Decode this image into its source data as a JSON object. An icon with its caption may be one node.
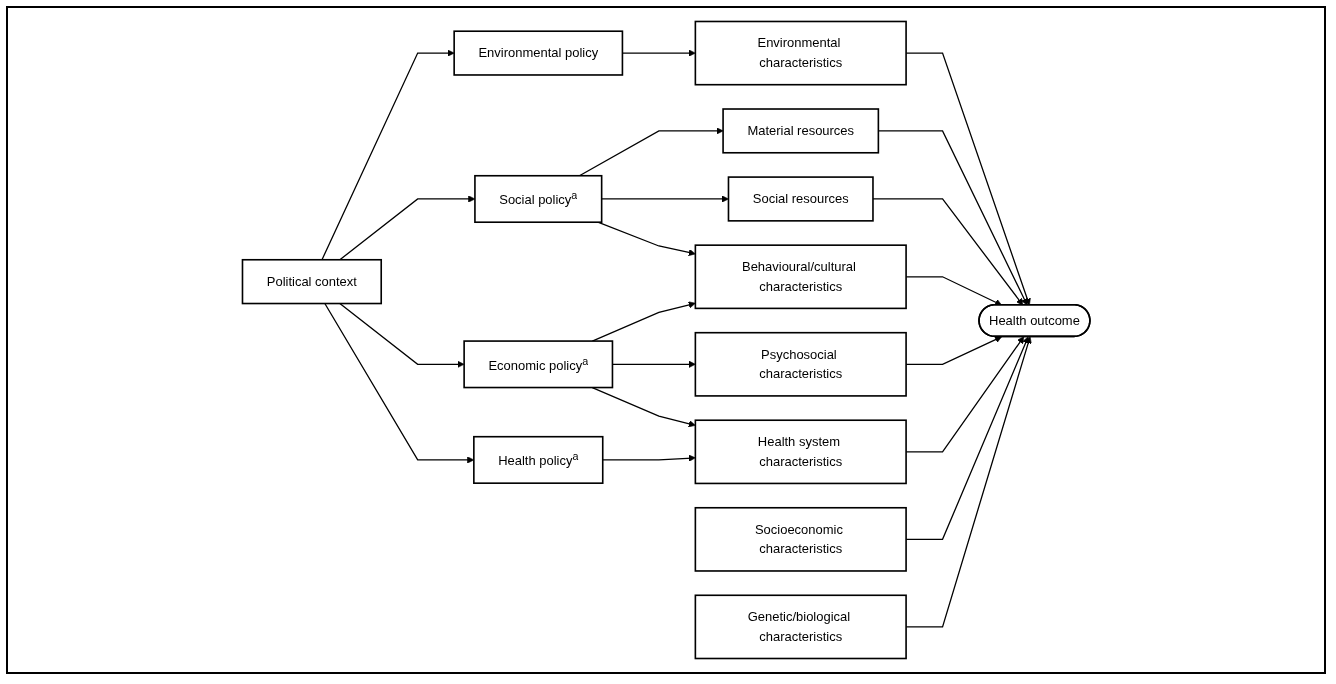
{
  "diagram": {
    "nodes": [
      {
        "text": [
          "Political context"
        ]
      },
      {
        "text": [
          "Environmental policy"
        ]
      },
      {
        "text": [
          "Social policy$^{a}$"
        ]
      },
      {
        "text": [
          "Economic policy$^{a}$"
        ]
      },
      {
        "text": [
          "Health policy$^{a}$"
        ]
      },
      {
        "text": [
          "Environmental characteristics"
        ]
      },
      {
        "text": [
          "Material resources"
        ]
      },
      {
        "text": [
          "Social resources"
        ]
      },
      {
        "text": [
          "Behavioural/cultural characteristics"
        ]
      },
      {
        "text": [
          "Psychosocial characteristics"
        ]
      },
      {
        "text": [
          "Health system characteristics"
        ]
      },
      {
        "text": [
          "Socioeconomic characteristics"
        ]
      },
      {
        "text": [
          "Health outcome"
        ]
      },
      {
        "text": [
          "Genetic/biological characteristics"
        ]
      }
    ],
    "edges": [
      {
        "from": 0,
        "to": 1,
        "arrow": "to"
      },
      {
        "from": 0,
        "to": 2,
        "arrow": "to"
      },
      {
        "from": 0,
        "to": 3,
        "arrow": "to"
      },
      {
        "from": 0,
        "to": 4,
        "arrow": "to"
      },
      {
        "from": 1,
        "to": 5,
        "arrow": "to"
      },
      {
        "from": 2,
        "to": 6,
        "arrow": "to"
      },
      {
        "from": 2,
        "to": 7,
        "arrow": "to"
      },
      {
        "from": 2,
        "to": 8,
        "arrow": "to"
      },
      {
        "from": 3,
        "to": 8,
        "arrow": "to"
      },
      {
        "from": 3,
        "to": 9,
        "arrow": "to"
      },
      {
        "from": 3,
        "to": 10,
        "arrow": "to"
      },
      {
        "from": 4,
        "to": 10,
        "arrow": "to"
      },
      {
        "from": 5,
        "to": 12,
        "arrow": "to"
      },
      {
        "from": 6,
        "to": 12,
        "arrow": "to"
      },
      {
        "from": 7,
        "to": 12,
        "arrow": "to"
      },
      {
        "from": 8,
        "to": 12,
        "arrow": "to"
      },
      {
        "from": 9,
        "to": 12,
        "arrow": "to"
      },
      {
        "from": 10,
        "to": 12,
        "arrow": "to"
      },
      {
        "from": 11,
        "to": 12,
        "arrow": "to"
      },
      {
        "from": 13,
        "to": 12,
        "arrow": "to"
      }
    ]
  }
}
